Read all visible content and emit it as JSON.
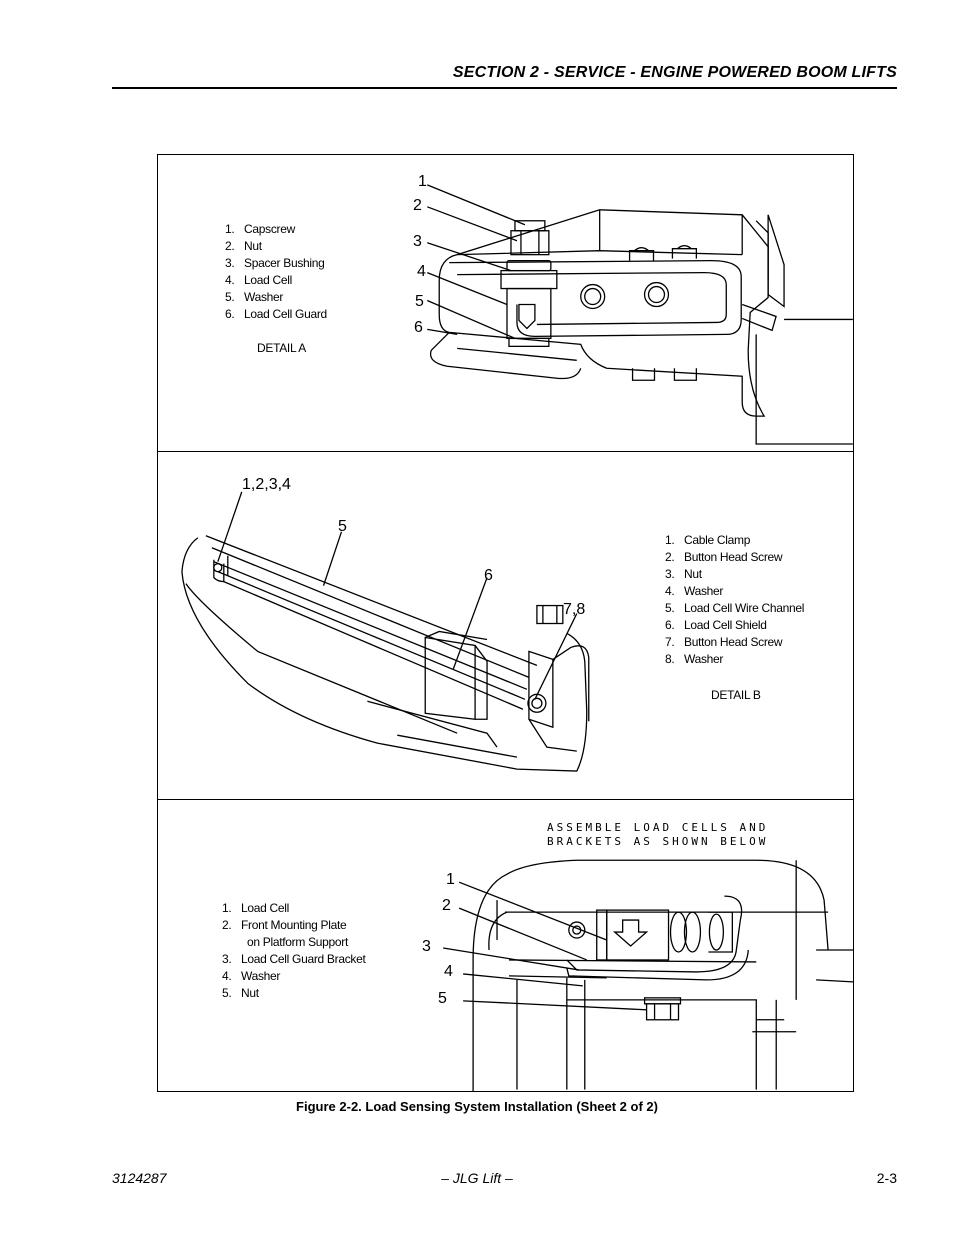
{
  "header": {
    "section_title": "SECTION 2 - SERVICE - ENGINE POWERED BOOM LIFTS"
  },
  "detail_a": {
    "label": "DETAIL A",
    "legend": [
      {
        "num": "1.",
        "text": "Capscrew"
      },
      {
        "num": "2.",
        "text": "Nut"
      },
      {
        "num": "3.",
        "text": "Spacer Bushing"
      },
      {
        "num": "4.",
        "text": "Load Cell"
      },
      {
        "num": "5.",
        "text": "Washer"
      },
      {
        "num": "6.",
        "text": "Load Cell Guard"
      }
    ],
    "callouts": [
      "1",
      "2",
      "3",
      "4",
      "5",
      "6"
    ]
  },
  "detail_b": {
    "label": "DETAIL B",
    "legend": [
      {
        "num": "1.",
        "text": "Cable Clamp"
      },
      {
        "num": "2.",
        "text": "Button Head Screw"
      },
      {
        "num": "3.",
        "text": "Nut"
      },
      {
        "num": "4.",
        "text": "Washer"
      },
      {
        "num": "5.",
        "text": "Load Cell Wire Channel"
      },
      {
        "num": "6.",
        "text": "Load Cell Shield"
      },
      {
        "num": "7.",
        "text": "Button Head Screw"
      },
      {
        "num": "8.",
        "text": "Washer"
      }
    ],
    "callouts": [
      "1,2,3,4",
      "5",
      "6",
      "7,8"
    ]
  },
  "detail_c": {
    "note_line1": "ASSEMBLE LOAD CELLS AND",
    "note_line2": "BRACKETS AS SHOWN BELOW",
    "legend": [
      {
        "num": "1.",
        "text": "Load Cell"
      },
      {
        "num": "2.",
        "text": "Front Mounting Plate"
      },
      {
        "num": "",
        "text": "on Platform Support"
      },
      {
        "num": "3.",
        "text": "Load Cell Guard Bracket"
      },
      {
        "num": "4.",
        "text": "Washer"
      },
      {
        "num": "5.",
        "text": "Nut"
      }
    ],
    "callouts": [
      "1",
      "2",
      "3",
      "4",
      "5"
    ]
  },
  "figure_caption": "Figure 2-2.  Load Sensing System Installation (Sheet 2 of 2)",
  "footer": {
    "doc_number": "3124287",
    "center": "– JLG Lift –",
    "page": "2-3"
  }
}
